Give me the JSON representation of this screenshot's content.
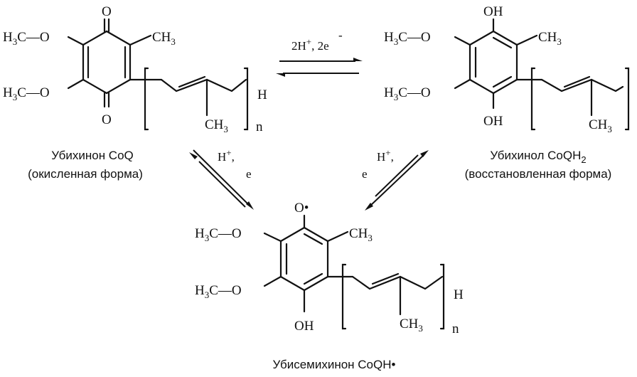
{
  "molecules": {
    "ubiquinone": {
      "top_group": "O",
      "bottom_group": "O",
      "methoxy_top": "H3C—O",
      "methoxy_bottom": "H3C—O",
      "methyl": "CH3",
      "chain_methyl": "CH3",
      "chain_end": "H",
      "repeat_index": "n",
      "name_line1": "Убихинон CoQ",
      "name_line2": "(окисленная форма)"
    },
    "ubiquinol": {
      "top_group": "OH",
      "bottom_group": "OH",
      "methoxy_top": "H3C—O",
      "methoxy_bottom": "H3C—O",
      "methyl": "CH3",
      "chain_methyl": "CH3",
      "name_line1": "Убихинол CoQH2",
      "name_line2": "(восстановленная форма)"
    },
    "semiquinone": {
      "top_group": "O•",
      "bottom_group": "OH",
      "methoxy_top": "H3C—O",
      "methoxy_bottom": "H3C—O",
      "methyl": "CH3",
      "chain_methyl": "CH3",
      "chain_end": "H",
      "repeat_index": "n",
      "name": "Убисемихинон CoQH•"
    }
  },
  "arrows": {
    "top_label": "2H+, 2e",
    "left_label_1": "H+,",
    "left_label_2": "e",
    "right_label_1": "H+,",
    "right_label_2": "e"
  }
}
